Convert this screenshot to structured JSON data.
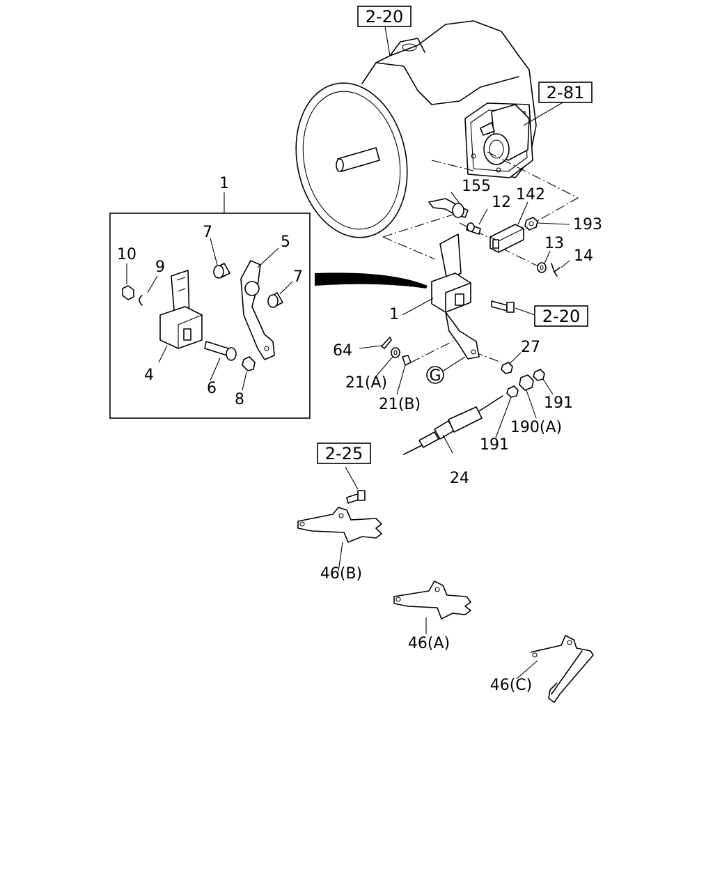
{
  "references": {
    "ref_2_20_top": "2-20",
    "ref_2_81": "2-81",
    "ref_2_20_mid": "2-20",
    "ref_2_25": "2-25"
  },
  "labels": {
    "p1_top": "1",
    "p1_main": "1",
    "p4": "4",
    "p5": "5",
    "p6": "6",
    "p7_a": "7",
    "p7_b": "7",
    "p8": "8",
    "p9": "9",
    "p10": "10",
    "p12": "12",
    "p13": "13",
    "p14": "14",
    "p21a": "21(A)",
    "p21b": "21(B)",
    "p24": "24",
    "p27": "27",
    "p46a": "46(A)",
    "p46b": "46(B)",
    "p46c": "46(C)",
    "p64": "64",
    "p142": "142",
    "p155": "155",
    "p190a": "190(A)",
    "p191_a": "191",
    "p191_b": "191",
    "p193": "193",
    "circle_g": "G"
  }
}
